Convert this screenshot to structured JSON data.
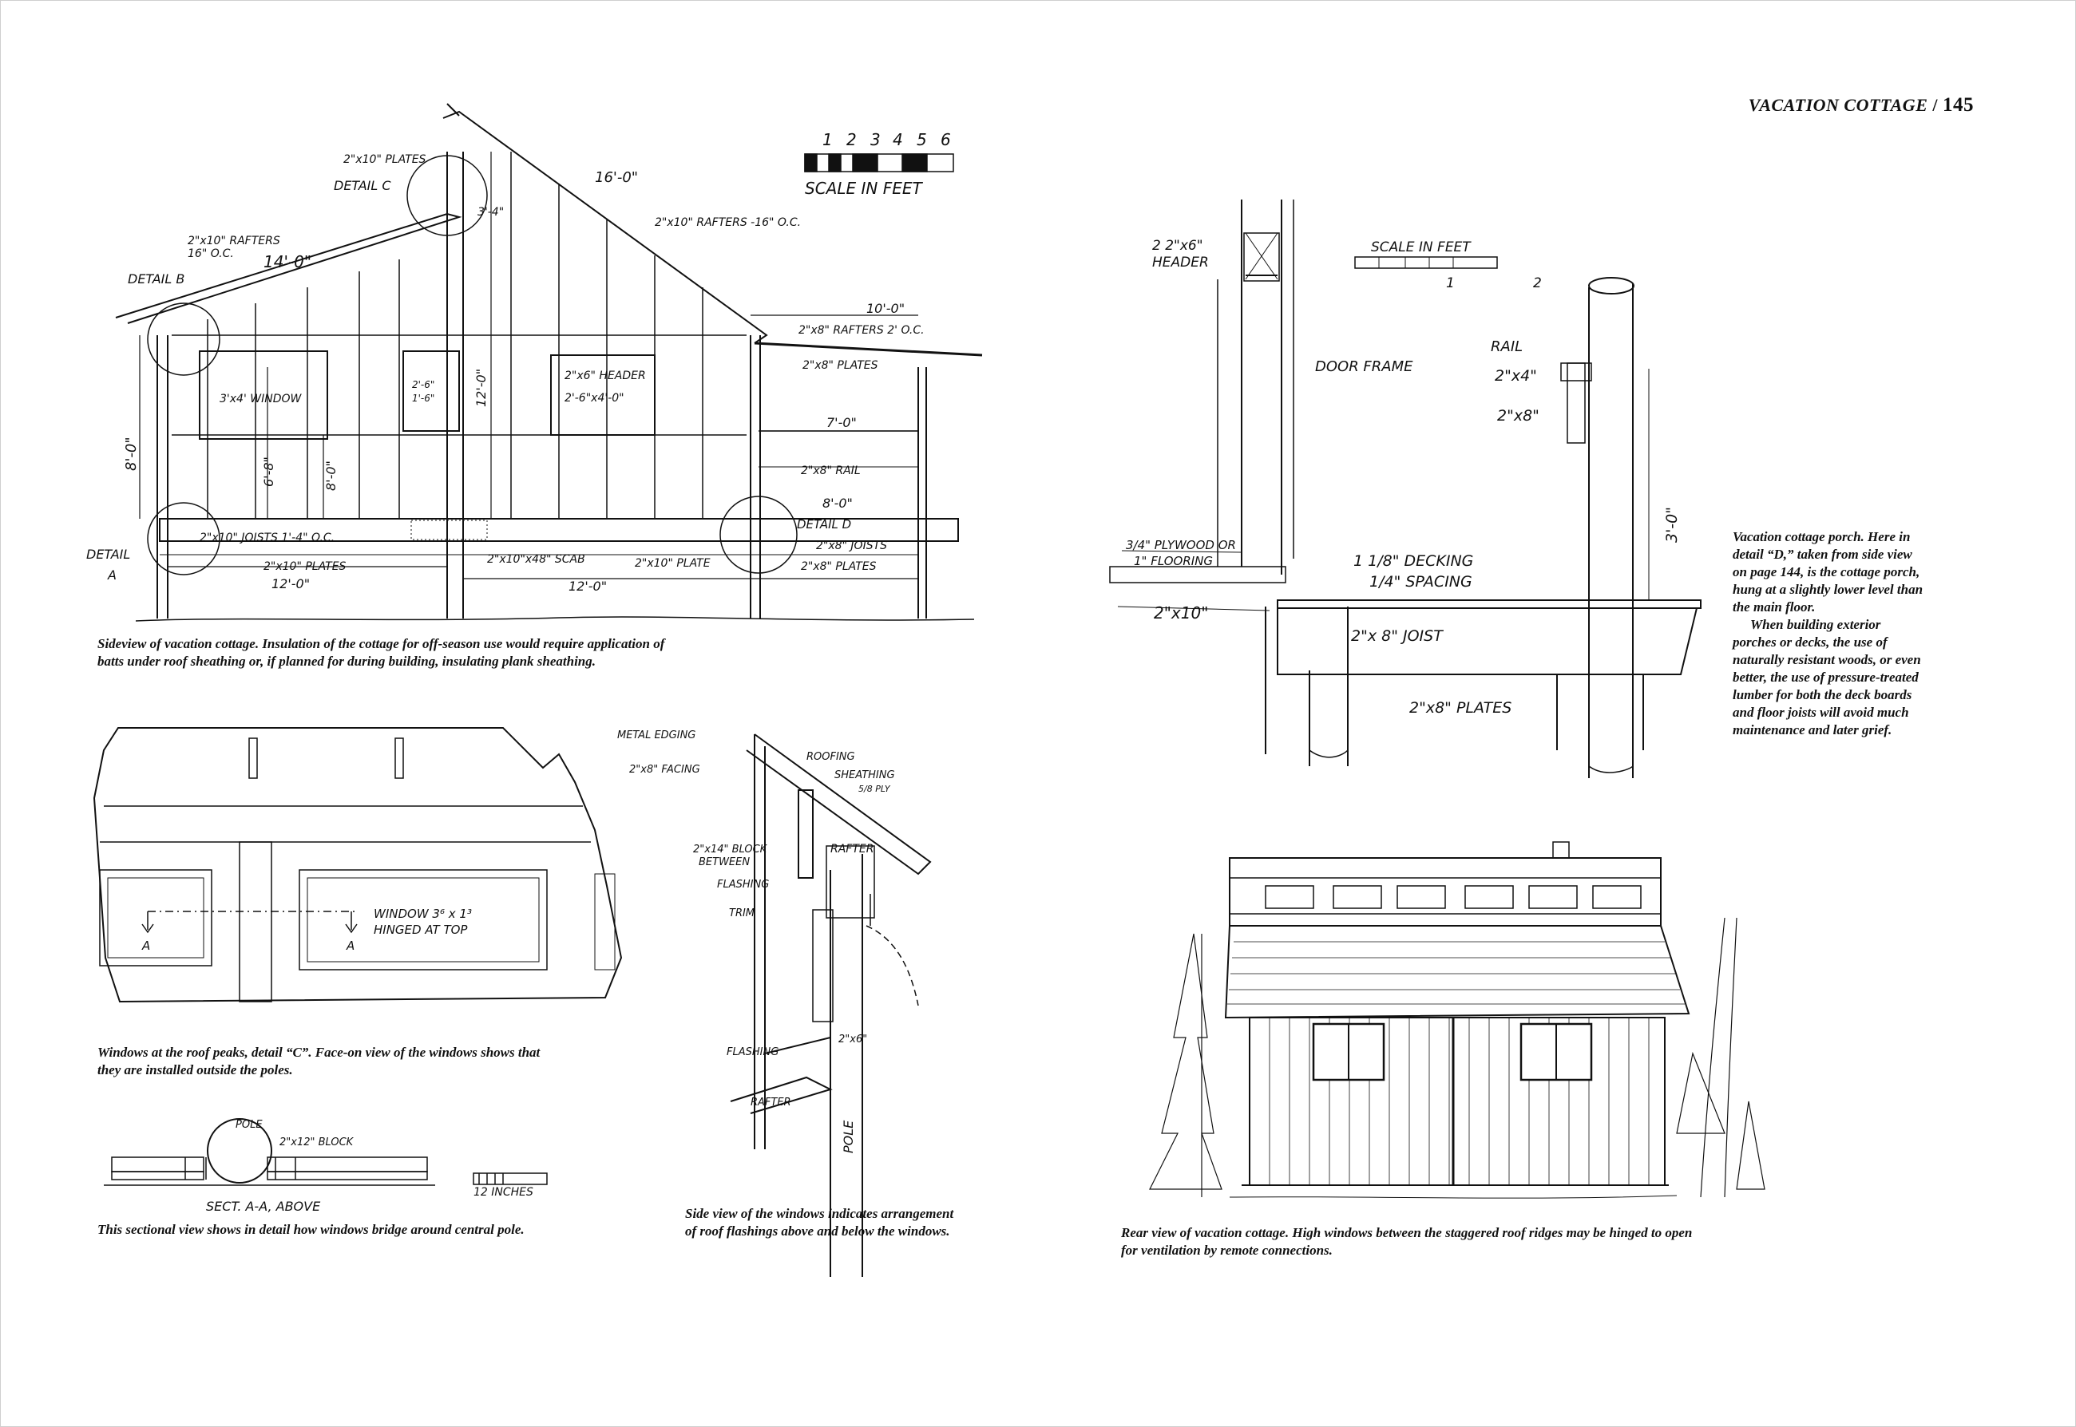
{
  "header": {
    "title": "VACATION COTTAGE",
    "separator": "/",
    "page_number": "145"
  },
  "sideview": {
    "caption": "Sideview of vacation cottage. Insulation of the cottage for off-season use would require application of batts under roof sheathing or, if planned for during building, insulating plank sheathing.",
    "scale_numbers": [
      "1",
      "2",
      "3",
      "4",
      "5",
      "6"
    ],
    "scale_label": "SCALE IN FEET",
    "labels": {
      "plates_top": "2\"x10\" PLATES",
      "detail_c": "DETAIL C",
      "rafters_left": "2\"x10\" RAFTERS",
      "rafters_left_oc": "16\" O.C.",
      "dim_14": "14'-0\"",
      "detail_b": "DETAIL B",
      "dim_16": "16'-0\"",
      "rafters_right": "2\"x10\" RAFTERS -16\" O.C.",
      "dim_3_4": "3'-4\"",
      "dim_10": "10'-0\"",
      "rafters_porch": "2\"x8\" RAFTERS 2' O.C.",
      "plates_porch": "2\"x8\" PLATES",
      "window_34": "3'x4' WINDOW",
      "win_small_a": "2'-6\"",
      "win_small_b": "1'-6\"",
      "header_26": "2\"x6\" HEADER",
      "header_size": "2'-6\"x4'-0\"",
      "dim_12": "12'-0\"",
      "dim_7": "7'-0\"",
      "dim_8_left": "8'-0\"",
      "dim_6_8": "6'-8\"",
      "dim_8_0": "8'-0\"",
      "rail": "2\"x8\" RAIL",
      "dim_8_porch": "8'-0\"",
      "detail_d": "DETAIL D",
      "joists_main": "2\"x10\" JOISTS 1'-4\" O.C.",
      "joists_porch": "2\"x8\" JOISTS",
      "detail_a1": "DETAIL",
      "detail_a2": "A",
      "scab": "2\"x10\"x48\" SCAB",
      "plate_r": "2\"x10\" PLATE",
      "plates_bottom": "2\"x10\" PLATES",
      "plates_porch_bottom": "2\"x8\" PLATES",
      "dim_12_a": "12'-0\"",
      "dim_12_b": "12'-0\""
    }
  },
  "windows": {
    "caption": "Windows at the roof peaks, detail “C”. Face-on view of the windows shows that they are installed outside the poles.",
    "label_1": "WINDOW 3⁶ x 1³",
    "label_2": "HINGED AT TOP",
    "section_mark": "A"
  },
  "section": {
    "caption": "This sectional view shows in detail how windows bridge around central pole.",
    "pole": "POLE",
    "block": "2\"x12\" BLOCK",
    "sect": "SECT. A-A, ABOVE",
    "scale": "12 INCHES"
  },
  "sidewin": {
    "caption": "Side view of the windows indicates arrangement of roof flashings above and below the windows.",
    "labels": {
      "metal": "METAL EDGING",
      "facing": "2\"x8\" FACING",
      "roofing": "ROOFING",
      "sheathing": "SHEATHING",
      "ply": "5/8 PLY",
      "block": "2\"x14\" BLOCK",
      "between": "BETWEEN",
      "rafter": "RAFTER",
      "flashing_top": "FLASHING",
      "trim": "TRIM",
      "two_by_six": "2\"x6\"",
      "flashing_bottom": "FLASHING",
      "rafter_bottom": "RAFTER",
      "pole": "POLE"
    }
  },
  "porch": {
    "caption_1": "Vacation cottage porch. Here in detail “D,” taken from side view on page 144, is the cottage porch, hung at a slightly lower level than the main floor.",
    "caption_2": "When building exterior porches or decks, the use of naturally resistant woods, or even better, the use of pressure-treated lumber for both the deck boards and floor joists will avoid much maintenance and later grief.",
    "labels": {
      "header_a": "2 2\"x6\"",
      "header_b": "HEADER",
      "scale": "SCALE IN FEET",
      "s1": "1",
      "s2": "2",
      "door": "DOOR FRAME",
      "rail": "RAIL",
      "r24": "2\"x4\"",
      "r28": "2\"x8\"",
      "ply_a": "3/4\" PLYWOOD OR",
      "ply_b": "1\" FLOORING",
      "deck_a": "1 1/8\" DECKING",
      "deck_b": "1/4\" SPACING",
      "dim30": "3'-0\"",
      "x10": "2\"x10\"",
      "joist": "2\"x 8\" JOIST",
      "plates": "2\"x8\" PLATES"
    }
  },
  "rear": {
    "caption": "Rear view of vacation cottage. High windows between the staggered roof ridges may be hinged to open for ventilation by remote connections."
  }
}
